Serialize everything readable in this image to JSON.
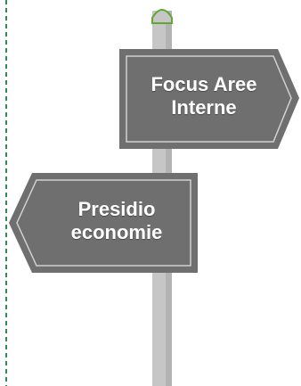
{
  "signs": {
    "right": {
      "line1": "Focus Aree",
      "line2": "Interne"
    },
    "left": {
      "line1": "Presidio",
      "line2": "economie"
    }
  },
  "colors": {
    "sign_fill": "#6f6f6f",
    "sign_inner_border": "#d0d0d0",
    "pole": "#c6c6c6",
    "pole_top_accent": "#5fa832",
    "dashed_rule": "#2e8b57"
  }
}
